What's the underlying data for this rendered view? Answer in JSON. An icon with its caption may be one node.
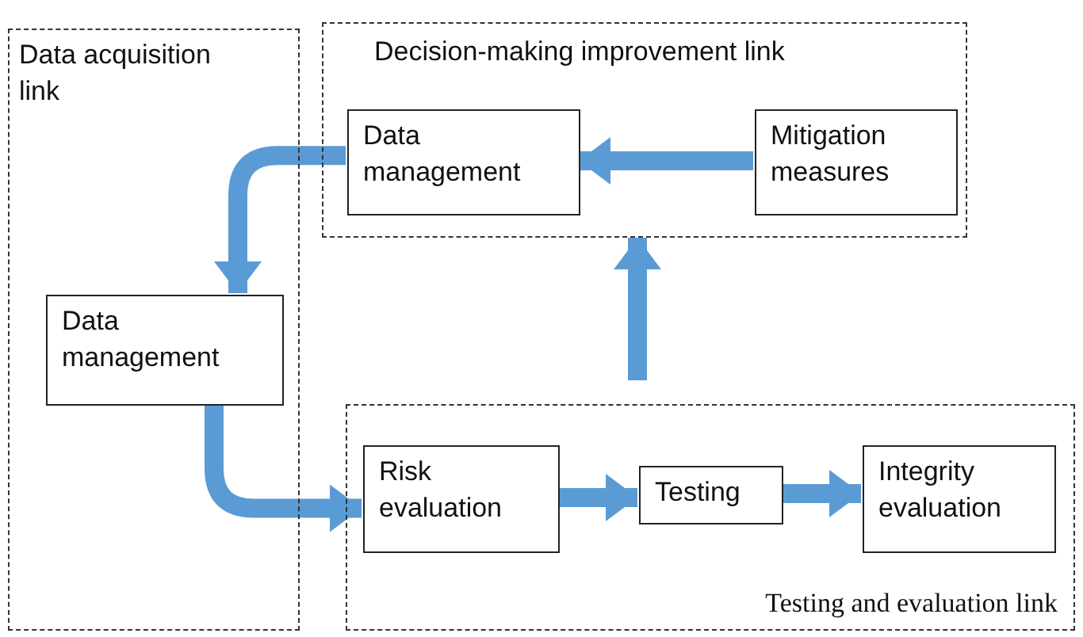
{
  "diagram": {
    "nodes": [
      {
        "text": [
          "Data acquisition link"
        ]
      },
      {
        "text": [
          "Decision-making improvement link"
        ]
      },
      {
        "text": [
          "Data management"
        ],
        "in": 1
      },
      {
        "text": [
          "Mitigation measures"
        ],
        "in": 1
      },
      {
        "text": [
          "Data management"
        ],
        "in": 0
      },
      {
        "text": [
          "Testing and evaluation link"
        ]
      },
      {
        "text": [
          "Risk evaluation"
        ],
        "in": 5
      },
      {
        "text": [
          "Testing"
        ],
        "in": 5
      },
      {
        "text": [
          "Integrity evaluation"
        ],
        "in": 5
      }
    ],
    "edges": [
      {
        "from": 3,
        "to": 2,
        "arrow": "to"
      },
      {
        "from": 2,
        "to": 4,
        "arrow": "to"
      },
      {
        "from": 4,
        "to": 6,
        "arrow": "to"
      },
      {
        "from": 6,
        "to": 7,
        "arrow": "to"
      },
      {
        "from": 7,
        "to": 8,
        "arrow": "to"
      },
      {
        "from": 5,
        "to": 1,
        "arrow": "to"
      }
    ]
  }
}
